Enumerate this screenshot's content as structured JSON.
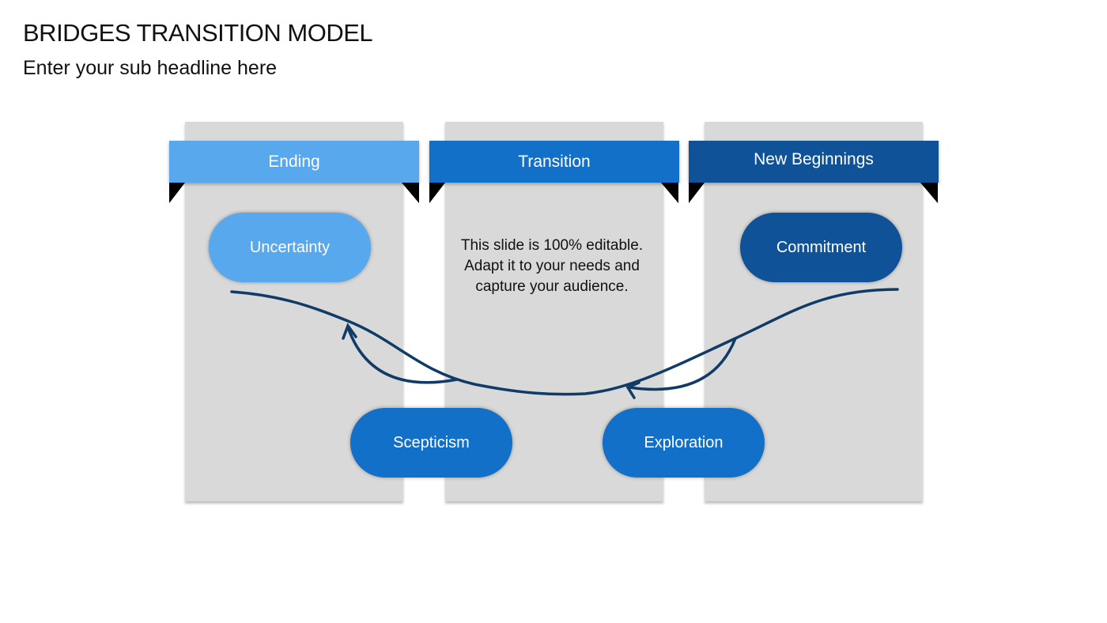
{
  "title": "BRIDGES TRANSITION MODEL",
  "subtitle": "Enter your sub headline here",
  "phases": [
    {
      "label": "Ending",
      "color": "#58A8EE"
    },
    {
      "label": "Transition",
      "color": "#1270C8"
    },
    {
      "label": "New Beginnings",
      "color": "#0F5298"
    }
  ],
  "stages": {
    "uncertainty": {
      "label": "Uncertainty",
      "color": "#58A8EE"
    },
    "scepticism": {
      "label": "Scepticism",
      "color": "#1270C8"
    },
    "exploration": {
      "label": "Exploration",
      "color": "#1270C8"
    },
    "commitment": {
      "label": "Commitment",
      "color": "#0F5298"
    }
  },
  "body_text": "This slide is 100% editable. Adapt it to your needs and capture your audience.",
  "curve_color": "#0F3B66"
}
